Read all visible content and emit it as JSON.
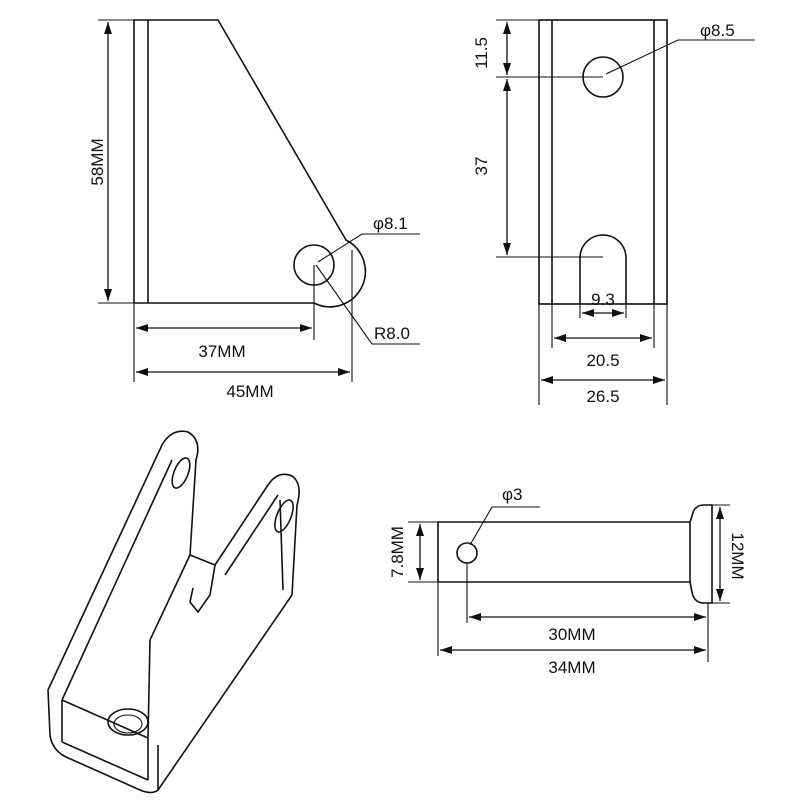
{
  "side_view": {
    "height_label": "58MM",
    "hole_label": "φ8.1",
    "radius_label": "R8.0",
    "inner_width_label": "37MM",
    "total_width_label": "45MM"
  },
  "front_view": {
    "top_offset_label": "11.5",
    "hole_spacing_label": "37",
    "hole_label": "φ8.5",
    "slot_width_label": "9.3",
    "inner_width_label": "20.5",
    "outer_width_label": "26.5"
  },
  "pin_view": {
    "hole_label": "φ3",
    "shaft_dia_label": "7.8MM",
    "head_dia_label": "12MM",
    "hole_to_head_label": "30MM",
    "total_length_label": "34MM"
  },
  "colors": {
    "line": "#111111",
    "background": "#ffffff"
  }
}
